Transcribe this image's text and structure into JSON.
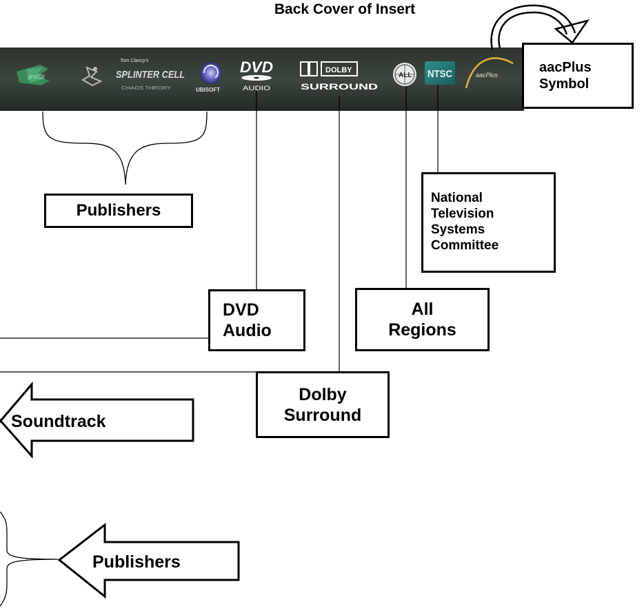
{
  "title": "Back Cover of Insert",
  "strip": {
    "logos": [
      {
        "name": "graffiti-publisher-logo",
        "text": "graffiti"
      },
      {
        "name": "ubisoft-tom-clancy-logo",
        "text": "Tom Clancy's"
      },
      {
        "name": "splinter-cell-logo",
        "text": "SPLINTER CELL",
        "subtext": "CHAOS THEORY"
      },
      {
        "name": "ubisoft-logo",
        "text": "UBISOFT"
      },
      {
        "name": "dvd-audio-logo",
        "text": "DVD",
        "subtext": "AUDIO"
      },
      {
        "name": "dolby-surround-logo",
        "text": "DOLBY",
        "subtext": "SURROUND"
      },
      {
        "name": "all-regions-logo",
        "text": "ALL"
      },
      {
        "name": "ntsc-logo",
        "text": "NTSC"
      },
      {
        "name": "aacplus-logo",
        "text": "aacPlus"
      }
    ]
  },
  "boxes": {
    "aacplus": [
      "aacPlus",
      "Symbol"
    ],
    "publishers_top": "Publishers",
    "ntsc": [
      "National",
      "Television",
      "Systems",
      "Committee"
    ],
    "dvd_audio": [
      "DVD",
      "Audio"
    ],
    "all_regions": [
      "All",
      "Regions"
    ],
    "dolby_surround": [
      "Dolby",
      "Surround"
    ],
    "soundtrack": "Soundtrack",
    "publishers_bottom": "Publishers"
  }
}
